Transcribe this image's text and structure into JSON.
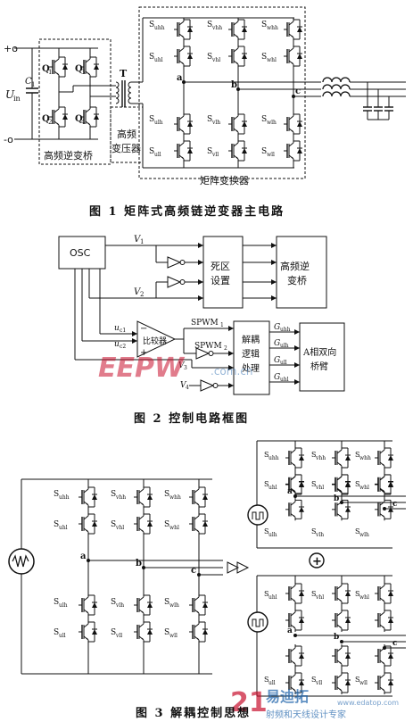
{
  "fig1": {
    "caption": "图 1   矩阵式高频链逆变器主电路",
    "plus": "+o",
    "minus": "-o",
    "u_in": "U",
    "u_in_sub": "in",
    "c1": "C",
    "c1_sub": "1",
    "q1": "Q",
    "q1_sub": "1",
    "q2": "Q",
    "q2_sub": "2",
    "q3": "Q",
    "q3_sub": "3",
    "q4": "Q",
    "q4_sub": "4",
    "t": "T",
    "hf_inverter": "高频逆变桥",
    "hf_transformer_1": "高频",
    "hf_transformer_2": "变压器",
    "matrix_converter": "矩阵变换器",
    "node_a": "a",
    "node_b": "b",
    "node_c": "c",
    "s_uhh": "S",
    "s_uhh_sub": "uhh",
    "s_uhl": "S",
    "s_uhl_sub": "uhl",
    "s_vhh": "S",
    "s_vhh_sub": "vhh",
    "s_vhl": "S",
    "s_vhl_sub": "vhl",
    "s_whh": "S",
    "s_whh_sub": "whh",
    "s_whl": "S",
    "s_whl_sub": "whl",
    "s_ulh": "S",
    "s_ulh_sub": "ulh",
    "s_ull": "S",
    "s_ull_sub": "ull",
    "s_vlh": "S",
    "s_vlh_sub": "vlh",
    "s_vll": "S",
    "s_vll_sub": "vll",
    "s_wlh": "S",
    "s_wlh_sub": "wlh",
    "s_wll": "S",
    "s_wll_sub": "wll"
  },
  "fig2": {
    "caption": "图 2   控制电路框图",
    "osc": "OSC",
    "v1": "V",
    "v1_sub": "1",
    "v2": "V",
    "v2_sub": "2",
    "v3": "V",
    "v3_sub": "3",
    "v4": "V",
    "v4_sub": "4",
    "dead_zone_1": "死区",
    "dead_zone_2": "设置",
    "hf_inverter_1": "高频逆",
    "hf_inverter_2": "变桥",
    "uc1": "u",
    "uc1_sub": "c1",
    "uc2": "u",
    "uc2_sub": "c2",
    "comparator": "比较器",
    "minus": "−",
    "plus": "+",
    "spwm1": "SPWM",
    "spwm1_sub": "1",
    "spwm2": "SPWM",
    "spwm2_sub": "2",
    "decouple_1": "解耦",
    "decouple_2": "逻辑",
    "decouple_3": "处理",
    "g_uhh": "G",
    "g_uhh_sub": "uhh",
    "g_ulh": "G",
    "g_ulh_sub": "ulh",
    "g_ull": "G",
    "g_ull_sub": "ull",
    "g_uhl": "G",
    "g_uhl_sub": "uhl",
    "phase_a_1": "A相双向",
    "phase_a_2": "桥臂",
    "watermark_1": "EEPW",
    "watermark_2": ".com.cn"
  },
  "fig3": {
    "caption": "图 3   解耦控制思想",
    "plus_sign": "+",
    "node_a": "a",
    "node_b": "b",
    "node_c": "c",
    "s_uhh": "S",
    "s_uhh_sub": "uhh",
    "s_uhl": "S",
    "s_uhl_sub": "uhl",
    "s_vhh": "S",
    "s_vhh_sub": "vhh",
    "s_vhl": "S",
    "s_vhl_sub": "vhl",
    "s_whh": "S",
    "s_whh_sub": "whh",
    "s_whl": "S",
    "s_whl_sub": "whl",
    "s_ulh": "S",
    "s_ulh_sub": "ulh",
    "s_ull": "S",
    "s_ull_sub": "ull",
    "s_vlh": "S",
    "s_vlh_sub": "vlh",
    "s_vll": "S",
    "s_vll_sub": "vll",
    "s_wlh": "S",
    "s_wlh_sub": "wlh",
    "s_wll": "S",
    "s_wll_sub": "wll",
    "watermark_1": "21",
    "watermark_2": "易迪拓",
    "watermark_3": "射频和天线设计专家",
    "watermark_4": "www.edatop.com"
  },
  "colors": {
    "ink": "#111111",
    "watermark_blue": "#1a5fa8",
    "watermark_red": "#c8102e"
  }
}
